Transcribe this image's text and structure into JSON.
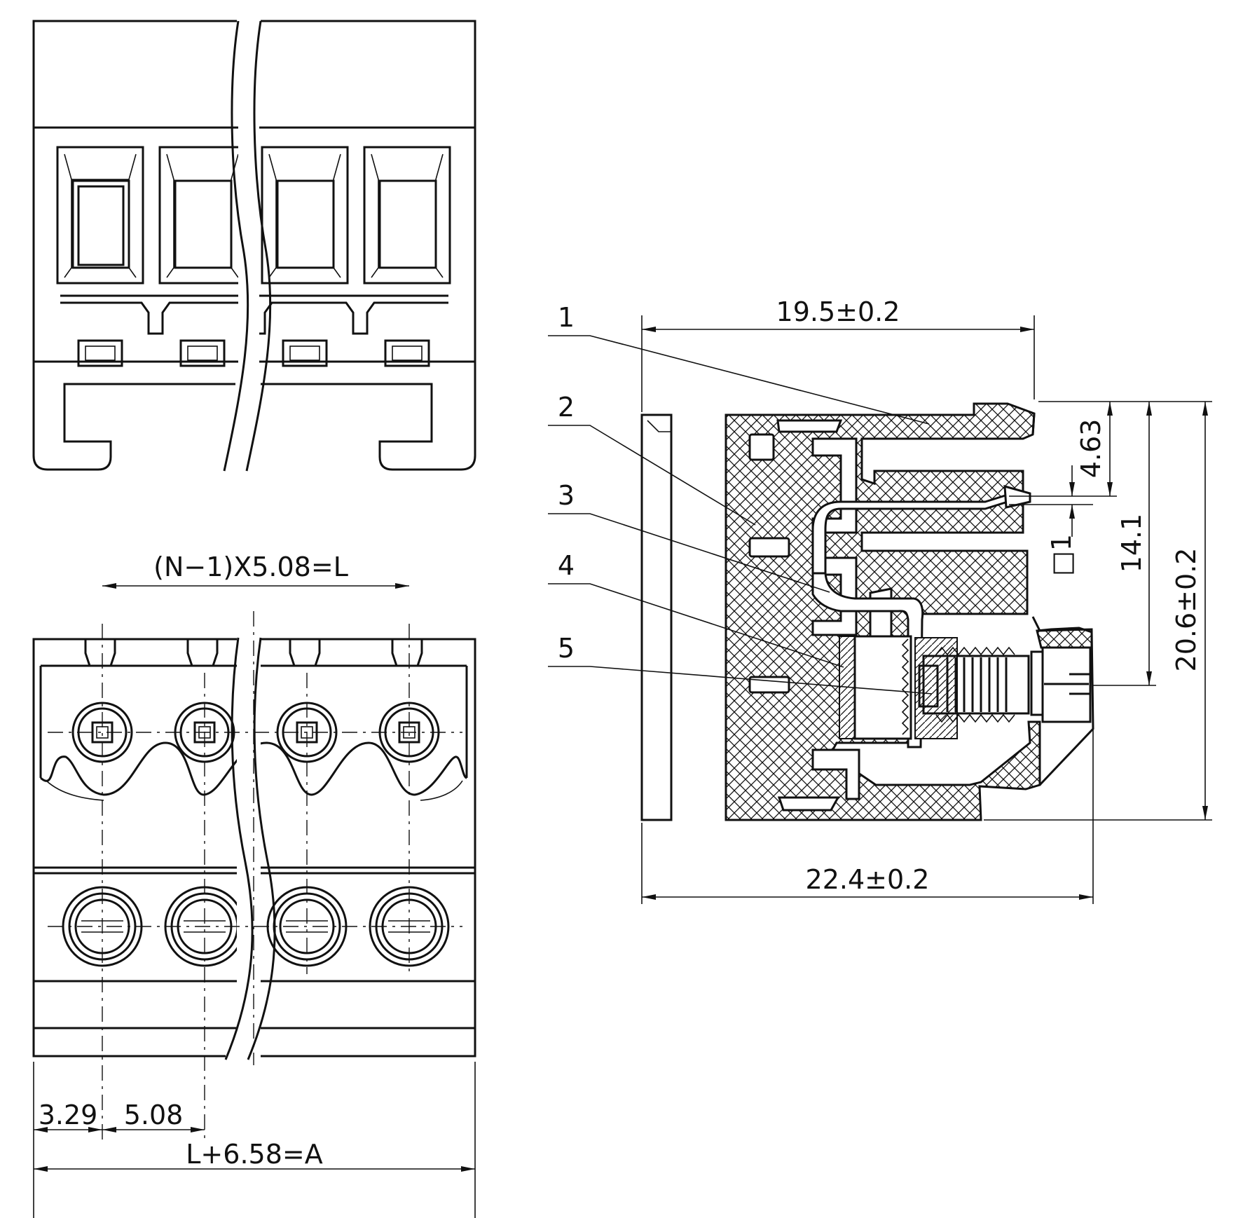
{
  "front_view": {
    "dimension_top": "(N−1)X5.08=L",
    "dimension_first_pitch": "3.29",
    "dimension_pitch": "5.08",
    "dimension_total": "L+6.58=A"
  },
  "side_view": {
    "callouts": [
      "1",
      "2",
      "3",
      "4",
      "5"
    ],
    "dimension_top_width": "19.5±0.2",
    "dimension_bottom_width": "22.4±0.2",
    "dimension_pin_offset": "4.63",
    "dimension_pin_square": "□1",
    "dimension_height_to_screw": "14.1",
    "dimension_total_height": "20.6±0.2"
  }
}
